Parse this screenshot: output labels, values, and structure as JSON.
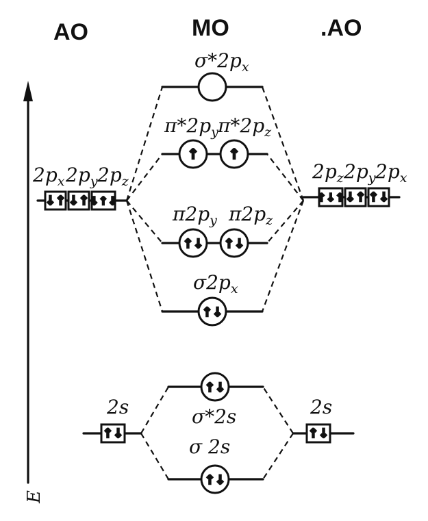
{
  "headers": {
    "left_ao": "AO",
    "mo": "MO",
    "right_ao": ".AO"
  },
  "axis": {
    "energy_label": "E"
  },
  "atomic_orbitals": {
    "left_2p": [
      {
        "base": "2p",
        "sub": "x",
        "electrons": "↓↑"
      },
      {
        "base": "2p",
        "sub": "y",
        "electrons": "↓↑"
      },
      {
        "base": "2p",
        "sub": "z",
        "electrons": "↓↑↓"
      }
    ],
    "right_2p": [
      {
        "base": "2p",
        "sub": "z",
        "electrons": "↑↓↑"
      },
      {
        "base": "2p",
        "sub": "y",
        "electrons": "↓↑"
      },
      {
        "base": "2p",
        "sub": "x",
        "electrons": "↑↓"
      }
    ],
    "left_2s": {
      "label": "2s",
      "electrons": "↑↓"
    },
    "right_2s": {
      "label": "2s",
      "electrons": "↑↓"
    }
  },
  "molecular_orbitals": {
    "sigma_star_2px": {
      "label": "σ*2p",
      "sub": "x",
      "electrons": ""
    },
    "pi_star_2py": {
      "label": "π*2p",
      "sub": "y",
      "electrons": "↑"
    },
    "pi_star_2pz": {
      "label": "π*2p",
      "sub": "z",
      "electrons": "↑"
    },
    "pi_2py": {
      "label": "π2p",
      "sub": "y",
      "electrons": "↑↓"
    },
    "pi_2pz": {
      "label": "π2p",
      "sub": "z",
      "electrons": "↑↓"
    },
    "sigma_2px": {
      "label": "σ2p",
      "sub": "x",
      "electrons": "↑↓"
    },
    "sigma_star_2s": {
      "label": "σ*2s",
      "electrons": "↑↓"
    },
    "sigma_2s": {
      "label": "σ 2s",
      "electrons": "↑↓"
    }
  }
}
